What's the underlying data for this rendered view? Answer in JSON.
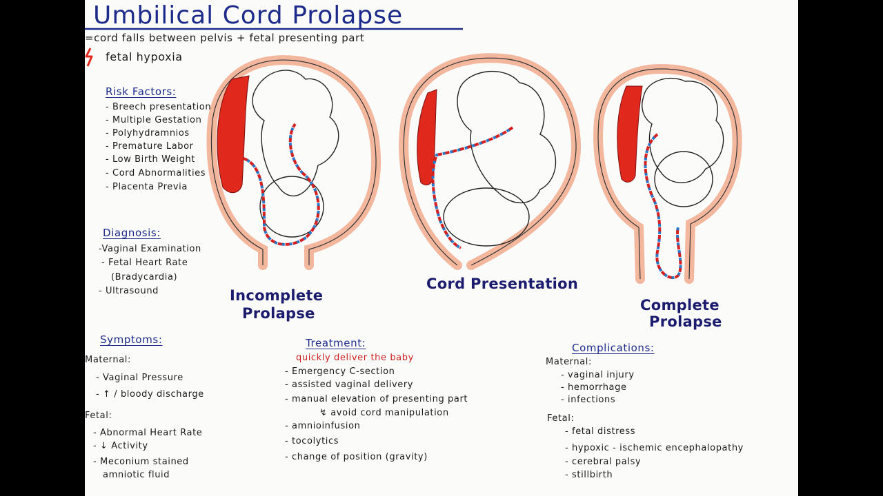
{
  "title": "Umbilical Cord Prolapse",
  "definition": "=cord falls between pelvis + fetal presenting part",
  "consequence": {
    "icon": "lightning-icon",
    "text": "fetal hypoxia"
  },
  "risk_factors": {
    "heading": "Risk Factors:",
    "items": [
      "- Breech presentation",
      "- Multiple Gestation",
      "- Polyhydramnios",
      "- Premature Labor",
      "- Low Birth Weight",
      "- Cord Abnormalities",
      "- Placenta Previa"
    ]
  },
  "diagnosis": {
    "heading": "Diagnosis:",
    "items": [
      "-Vaginal Examination",
      "- Fetal Heart Rate",
      "(Bradycardia)",
      "- Ultrasound"
    ]
  },
  "figures": {
    "incomplete": {
      "line1": "Incomplete",
      "line2": "Prolapse"
    },
    "presentation": {
      "label": "Cord Presentation"
    },
    "complete": {
      "line1": "Complete",
      "line2": "Prolapse"
    }
  },
  "symptoms": {
    "heading": "Symptoms:",
    "maternal_label": "Maternal:",
    "maternal": [
      "- Vaginal Pressure",
      "- ↑ / bloody discharge"
    ],
    "fetal_label": "Fetal:",
    "fetal": [
      "- Abnormal Heart Rate",
      "- ↓ Activity",
      "- Meconium stained",
      "amniotic fluid"
    ]
  },
  "treatment": {
    "heading": "Treatment:",
    "note": "quickly deliver the baby",
    "items": [
      "- Emergency C-section",
      "- assisted vaginal delivery",
      "- manual elevation of presenting part",
      "↯ avoid cord manipulation",
      "- amnioinfusion",
      "- tocolytics",
      "- change of position (gravity)"
    ]
  },
  "complications": {
    "heading": "Complications:",
    "maternal_label": "Maternal:",
    "maternal": [
      "- vaginal injury",
      "- hemorrhage",
      "- infections"
    ],
    "fetal_label": "Fetal:",
    "fetal": [
      "- fetal distress",
      "- hypoxic - ischemic encephalopathy",
      "- cerebral palsy",
      "- stillbirth"
    ]
  },
  "colors": {
    "uterus": "#f3b79e",
    "placenta": "#e0281c",
    "artery": "#d42020",
    "vein": "#2b78c8",
    "heading": "#1c2a8a",
    "label": "#1c1c6e",
    "note": "#cc1f1f"
  }
}
